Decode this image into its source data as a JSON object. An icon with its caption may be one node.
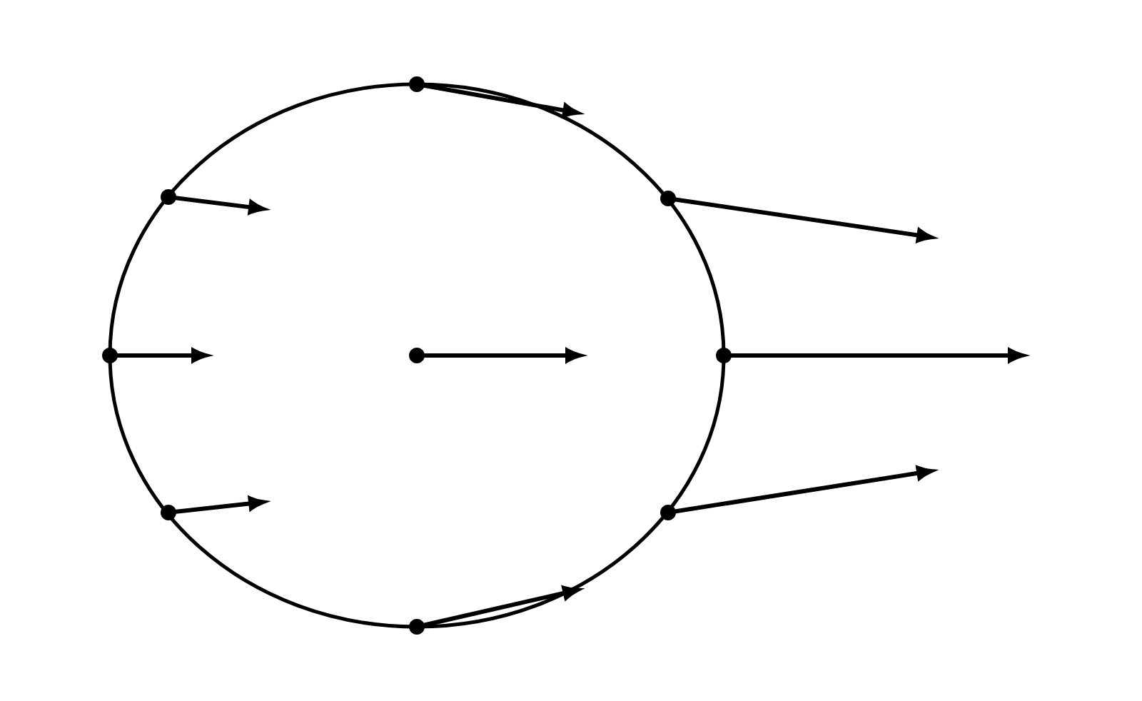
{
  "diagram": {
    "nodes": [
      {
        "text": [],
        "shape": "dot"
      },
      {
        "text": [],
        "shape": "dot"
      },
      {
        "text": [],
        "shape": "dot"
      },
      {
        "text": [],
        "shape": "dot"
      },
      {
        "text": [],
        "shape": "dot"
      },
      {
        "text": [],
        "shape": "dot"
      },
      {
        "text": [],
        "shape": "dot"
      },
      {
        "text": [],
        "shape": "dot"
      },
      {
        "text": [],
        "shape": "dot"
      }
    ]
  }
}
